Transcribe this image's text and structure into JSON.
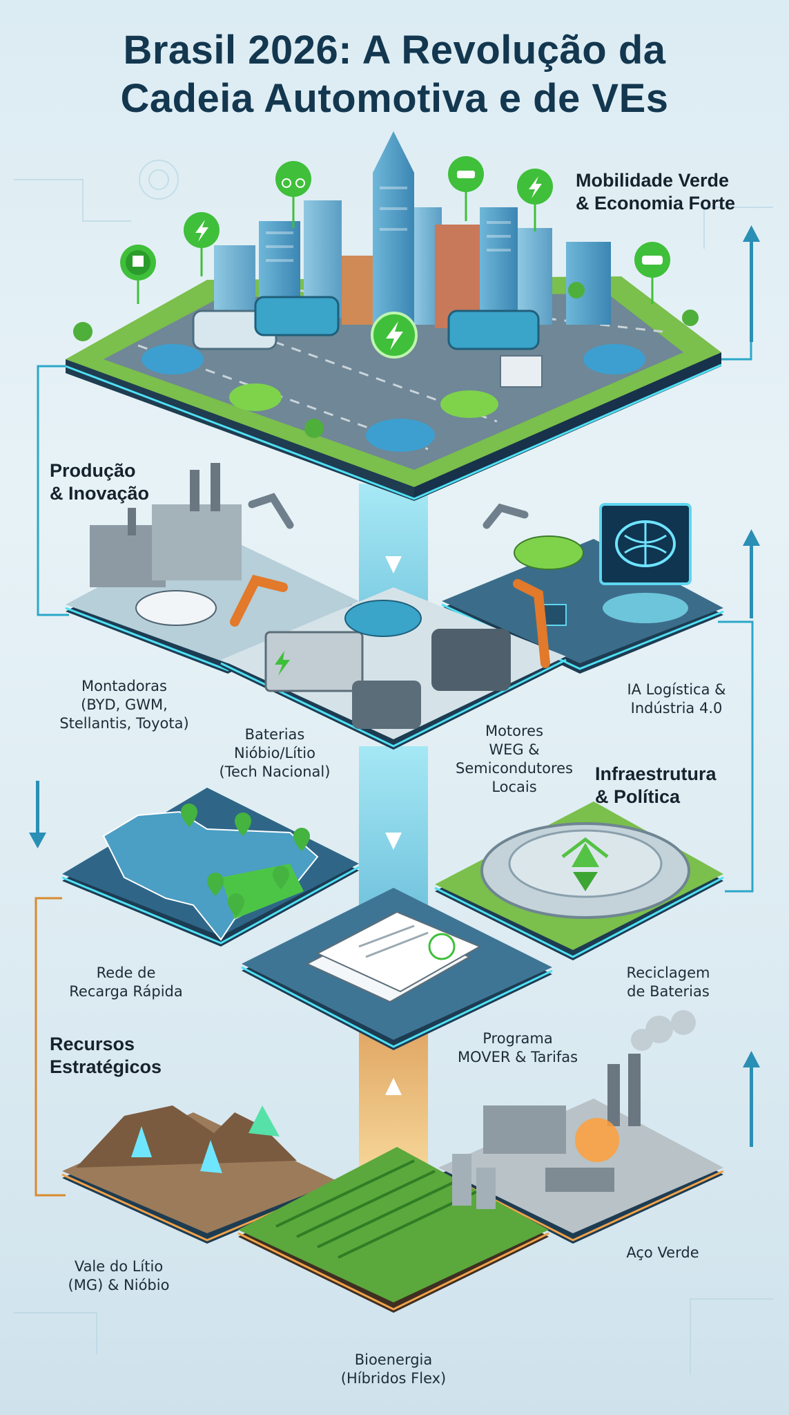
{
  "title": {
    "line1": "Brasil 2026: A Revolução da",
    "line2": "Cadeia Automotiva e de VEs"
  },
  "sections": {
    "top": {
      "line1": "Mobilidade Verde",
      "line2": "& Economia Forte"
    },
    "production": {
      "line1": "Produção",
      "line2": "& Inovação"
    },
    "infrastructure": {
      "line1": "Infraestrutura",
      "line2": "& Política"
    },
    "resources": {
      "line1": "Recursos",
      "line2": "Estratégicos"
    }
  },
  "labels": {
    "automakers": {
      "line1": "Montadoras",
      "line2": "(BYD, GWM,",
      "line3": "Stellantis, Toyota)"
    },
    "batteries": {
      "line1": "Baterias",
      "line2": "Nióbio/Lítio",
      "line3": "(Tech Nacional)"
    },
    "motors": {
      "line1": "Motores",
      "line2": "WEG &",
      "line3": "Semicondutores",
      "line4": "Locais"
    },
    "ai": {
      "line1": "IA Logística &",
      "line2": "Indústria 4.0"
    },
    "charging": {
      "line1": "Rede de",
      "line2": "Recarga Rápida"
    },
    "program": {
      "line1": "Programa",
      "line2": "MOVER & Tarifas"
    },
    "recycling": {
      "line1": "Reciclagem",
      "line2": "de Baterias"
    },
    "lithium": {
      "line1": "Vale do Lítio",
      "line2": "(MG) & Nióbio"
    },
    "steel": {
      "line1": "Aço Verde"
    },
    "bioenergy": {
      "line1": "Bioenergia",
      "line2": "(Híbridos Flex)"
    }
  },
  "icons": [
    "plug-icon",
    "lightning-icon",
    "bike-icon",
    "car-icon",
    "van-icon",
    "recycle-icon",
    "brain-icon",
    "map-pin-icon",
    "flow-arrow-icon"
  ],
  "colors": {
    "title": "#13374f",
    "accent_green": "#3fbf3a",
    "accent_cyan": "#34c6e6",
    "accent_orange": "#e59a3a",
    "platform": "#2b5670"
  }
}
